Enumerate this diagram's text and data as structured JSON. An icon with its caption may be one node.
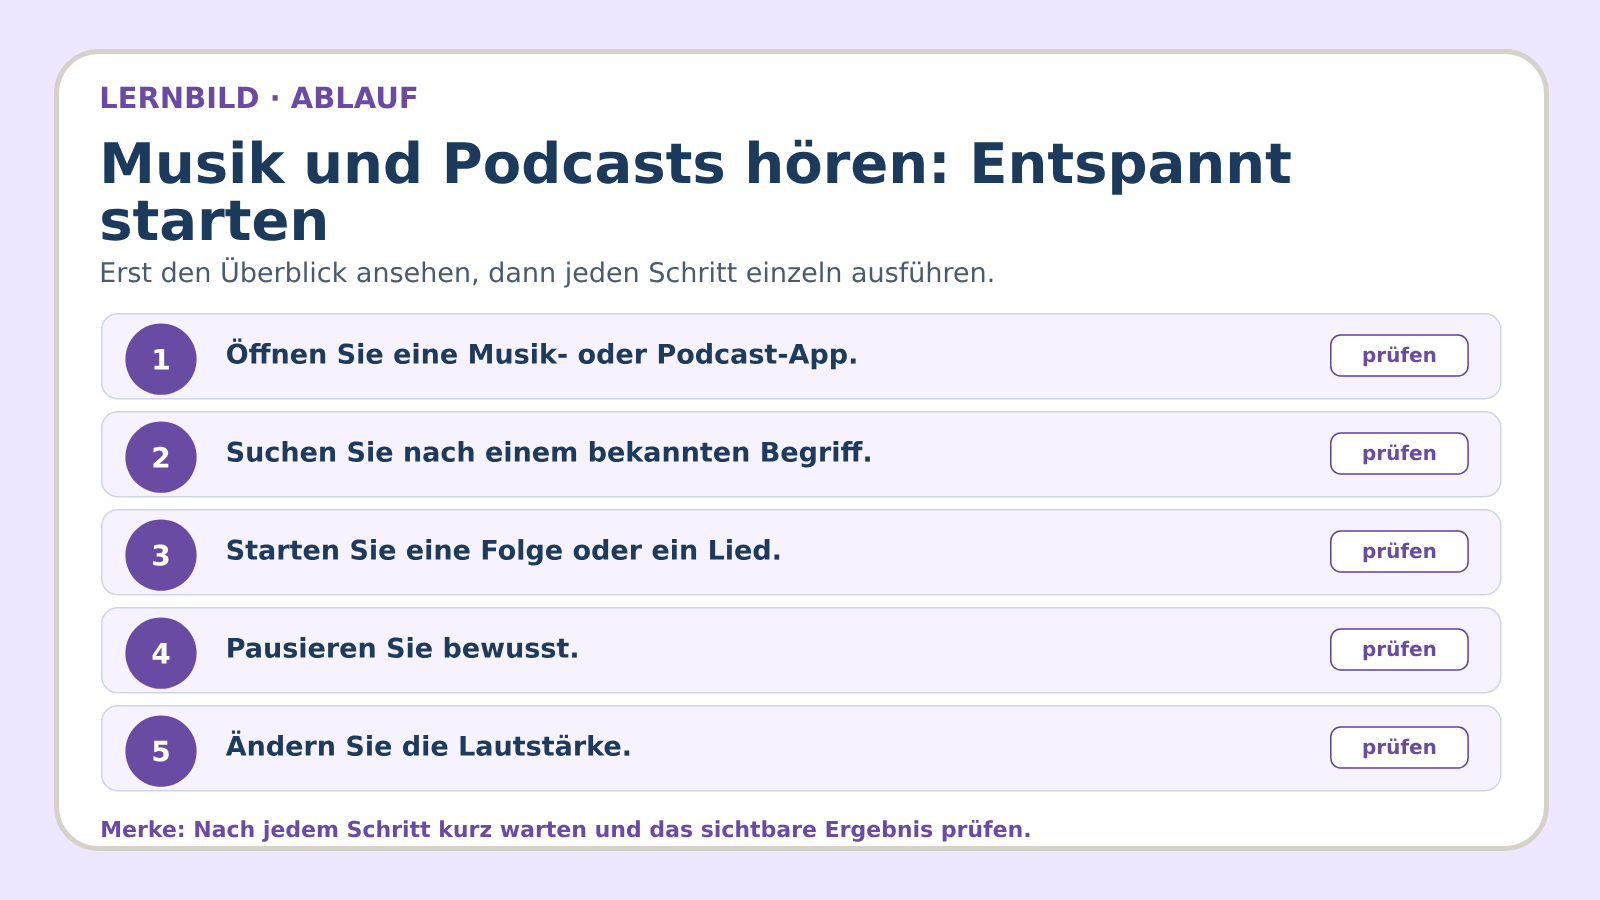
{
  "diagram": {
    "title": "Musik und Podcasts hören: Entspannt starten",
    "nodes": [
      {
        "text": [
          "Öffnen Sie eine Musik- oder Podcast-App."
        ]
      },
      {
        "text": [
          "1"
        ],
        "in": 0
      },
      {
        "text": [
          "prüfen"
        ],
        "in": 0
      },
      {
        "text": [
          "Suchen Sie nach einem bekannten Begriff."
        ]
      },
      {
        "text": [
          "2"
        ],
        "in": 3
      },
      {
        "text": [
          "prüfen"
        ],
        "in": 3
      },
      {
        "text": [
          "Starten Sie eine Folge oder ein Lied."
        ]
      },
      {
        "text": [
          "3"
        ],
        "in": 6
      },
      {
        "text": [
          "prüfen"
        ],
        "in": 6
      },
      {
        "text": [
          "Pausieren Sie bewusst."
        ]
      },
      {
        "text": [
          "4"
        ],
        "in": 9
      },
      {
        "text": [
          "prüfen"
        ],
        "in": 9
      },
      {
        "text": [
          "Ändern Sie die Lautstärke."
        ]
      },
      {
        "text": [
          "5"
        ],
        "in": 12
      },
      {
        "text": [
          "prüfen"
        ],
        "in": 12
      }
    ],
    "labels": [
      "LERNBILD · ABLAUF",
      "Erst den Überblick ansehen, dann jeden Schritt einzeln ausführen.",
      "Merke: Nach jedem Schritt kurz warten und das sichtbare Ergebnis prüfen."
    ]
  }
}
